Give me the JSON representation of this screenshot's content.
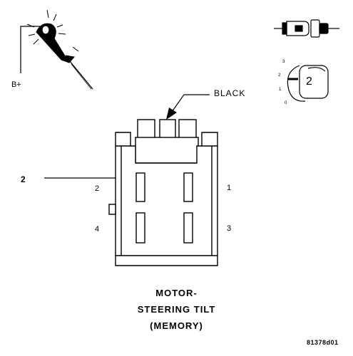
{
  "probe": {
    "supply_label": "B+"
  },
  "wire": {
    "color_label": "BLACK"
  },
  "callout": {
    "number": "2"
  },
  "connector": {
    "pins": {
      "p1": "1",
      "p2": "2",
      "p3": "3",
      "p4": "4"
    }
  },
  "title": {
    "line1": "MOTOR-",
    "line2": "STEERING TILT",
    "line3": "(MEMORY)"
  },
  "reference_code": "81378d01",
  "view_key": {
    "ticks": [
      "3",
      "2",
      "1",
      "0"
    ],
    "view_number": "2"
  },
  "colors": {
    "line": "#000000",
    "background": "#ffffff"
  }
}
